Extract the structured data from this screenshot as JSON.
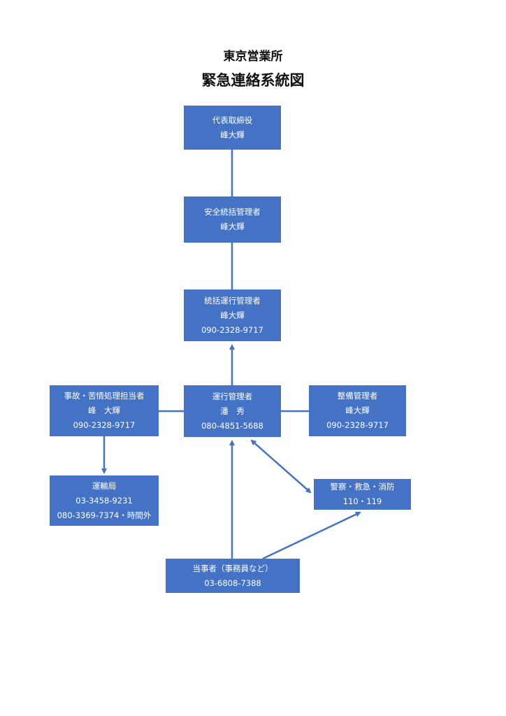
{
  "header": {
    "office": "東京営業所",
    "title": "緊急連絡系統図"
  },
  "nodes": {
    "ceo": {
      "role": "代表取締役",
      "name": "峰大輝"
    },
    "safety_manager": {
      "role": "安全統括管理者",
      "name": "峰大輝"
    },
    "overall_operations_manager": {
      "role": "統括運行管理者",
      "name": "峰大輝",
      "phone": "090-2328-9717"
    },
    "operations_manager": {
      "role": "運行管理者",
      "name": "潘　秀",
      "phone": "080-4851-5688"
    },
    "accident_complaints": {
      "role": "事故・苦情処理担当者",
      "name": "峰　大輝",
      "phone": "090-2328-9717"
    },
    "maintenance_manager": {
      "role": "整備管理者",
      "name": "峰大輝",
      "phone": "090-2328-9717"
    },
    "transport_bureau": {
      "role": "運輸局",
      "phone": "03-3458-9231",
      "after_hours": "080-3369-7374・時間外"
    },
    "police_emergency_fire": {
      "role": "警察・救急・消防",
      "phone": "110・119"
    },
    "involved_party": {
      "role": "当事者（事務員など）",
      "phone": "03-6808-7388"
    }
  },
  "colors": {
    "box_fill": "#4472c4",
    "box_text": "#ffffff",
    "connector": "#4472c4"
  }
}
